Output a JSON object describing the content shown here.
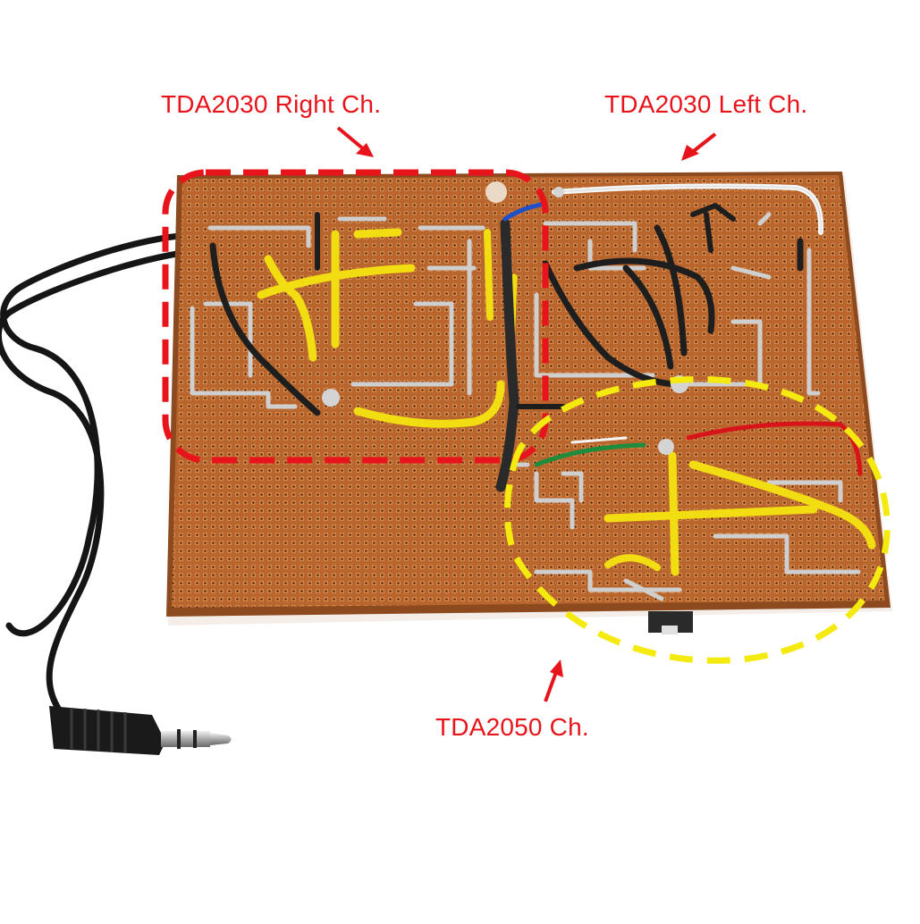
{
  "annotations": {
    "right_channel": {
      "text": "TDA2030 Right Ch."
    },
    "left_channel": {
      "text": "TDA2030 Left Ch."
    },
    "tda2050_channel": {
      "text": "TDA2050 Ch."
    }
  },
  "colors": {
    "annotation_red": "#e8141c",
    "annotation_yellow": "#f5ea10",
    "board_copper": "#b8662e",
    "board_shadow": "#8c4a1e",
    "solder": "#cfcfcf",
    "wire_yellow": "#f2dd12",
    "wire_black": "#1e1e1e",
    "wire_red": "#d8141a",
    "wire_green": "#1e8c3c",
    "wire_blue": "#1e50c8",
    "wire_white": "#f5f5f5",
    "cable": "#151515",
    "plug_metal": "#c8c8c8"
  }
}
